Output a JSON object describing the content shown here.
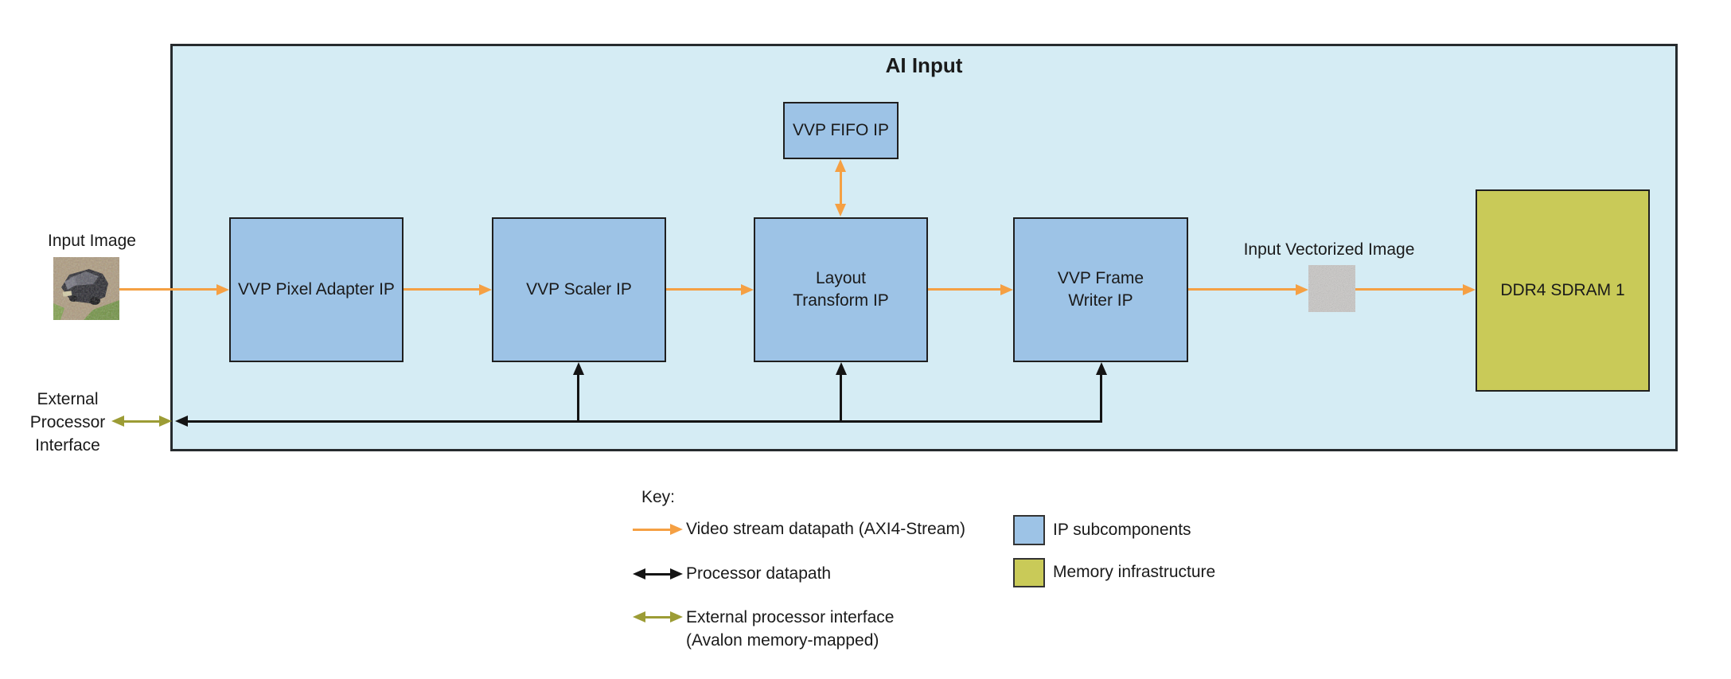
{
  "diagram": {
    "title": "AI Input",
    "blocks": {
      "fifo": {
        "label": "VVP FIFO IP"
      },
      "pixel_adapter": {
        "label": "VVP Pixel Adapter IP"
      },
      "scaler": {
        "label": "VVP Scaler IP"
      },
      "layout_transform": {
        "label": "Layout Transform IP"
      },
      "frame_writer": {
        "label": "VVP Frame Writer IP"
      },
      "ddr4": {
        "label": "DDR4 SDRAM 1"
      }
    },
    "annotations": {
      "input_image": "Input Image",
      "input_vectorized_image": "Input Vectorized Image",
      "external_processor_lines": [
        "External",
        "Processor",
        "Interface"
      ]
    },
    "legend": {
      "title": "Key:",
      "items": [
        {
          "symbol": "orange-arrow-right",
          "label": "Video stream datapath (AXI4-Stream)"
        },
        {
          "symbol": "black-double-arrow",
          "label": "Processor datapath"
        },
        {
          "symbol": "olive-double-arrow",
          "label": "External processor interface",
          "label_line2": "(Avalon memory-mapped)"
        }
      ],
      "swatches": [
        {
          "label": "IP subcomponents",
          "color": "#9dc3e6"
        },
        {
          "label": "Memory infrastructure",
          "color": "#c9ca58"
        }
      ]
    },
    "colors": {
      "container_fill": "#d5ecf4",
      "ip_block_fill": "#9dc3e6",
      "memory_fill": "#c9ca58",
      "video_stream_arrow": "#f5a043",
      "processor_arrow": "#141414",
      "external_interface_arrow": "#9c9c35",
      "border": "#262b2e"
    }
  }
}
